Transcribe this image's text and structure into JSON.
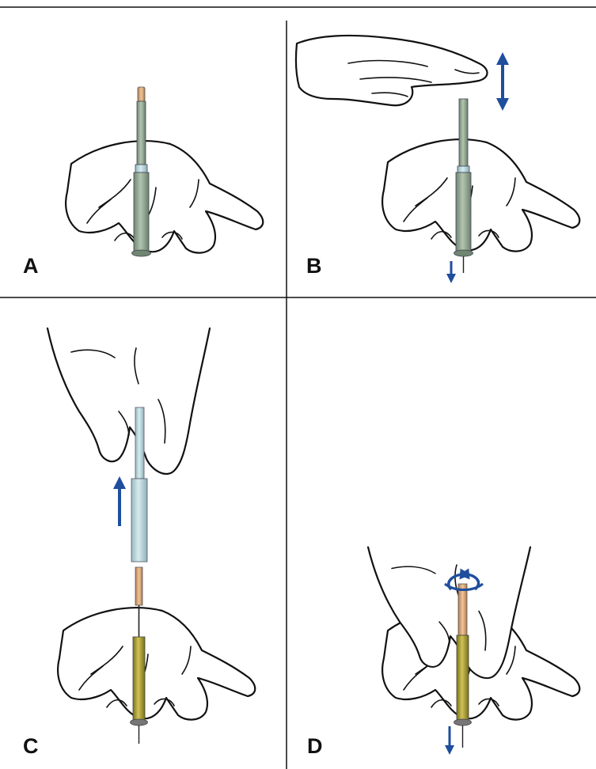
{
  "figure": {
    "panels": [
      {
        "label": "A"
      },
      {
        "label": "B"
      },
      {
        "label": "C"
      },
      {
        "label": "D"
      }
    ],
    "colors": {
      "border": "#111111",
      "arrow": "#1f4e9c",
      "guide_tube": "#8fa58f",
      "guide_tube_light": "#b9d3d8",
      "needle_handle": "#a89a2a",
      "needle_copper": "#d8a878",
      "needle_shaft": "#333333"
    }
  }
}
